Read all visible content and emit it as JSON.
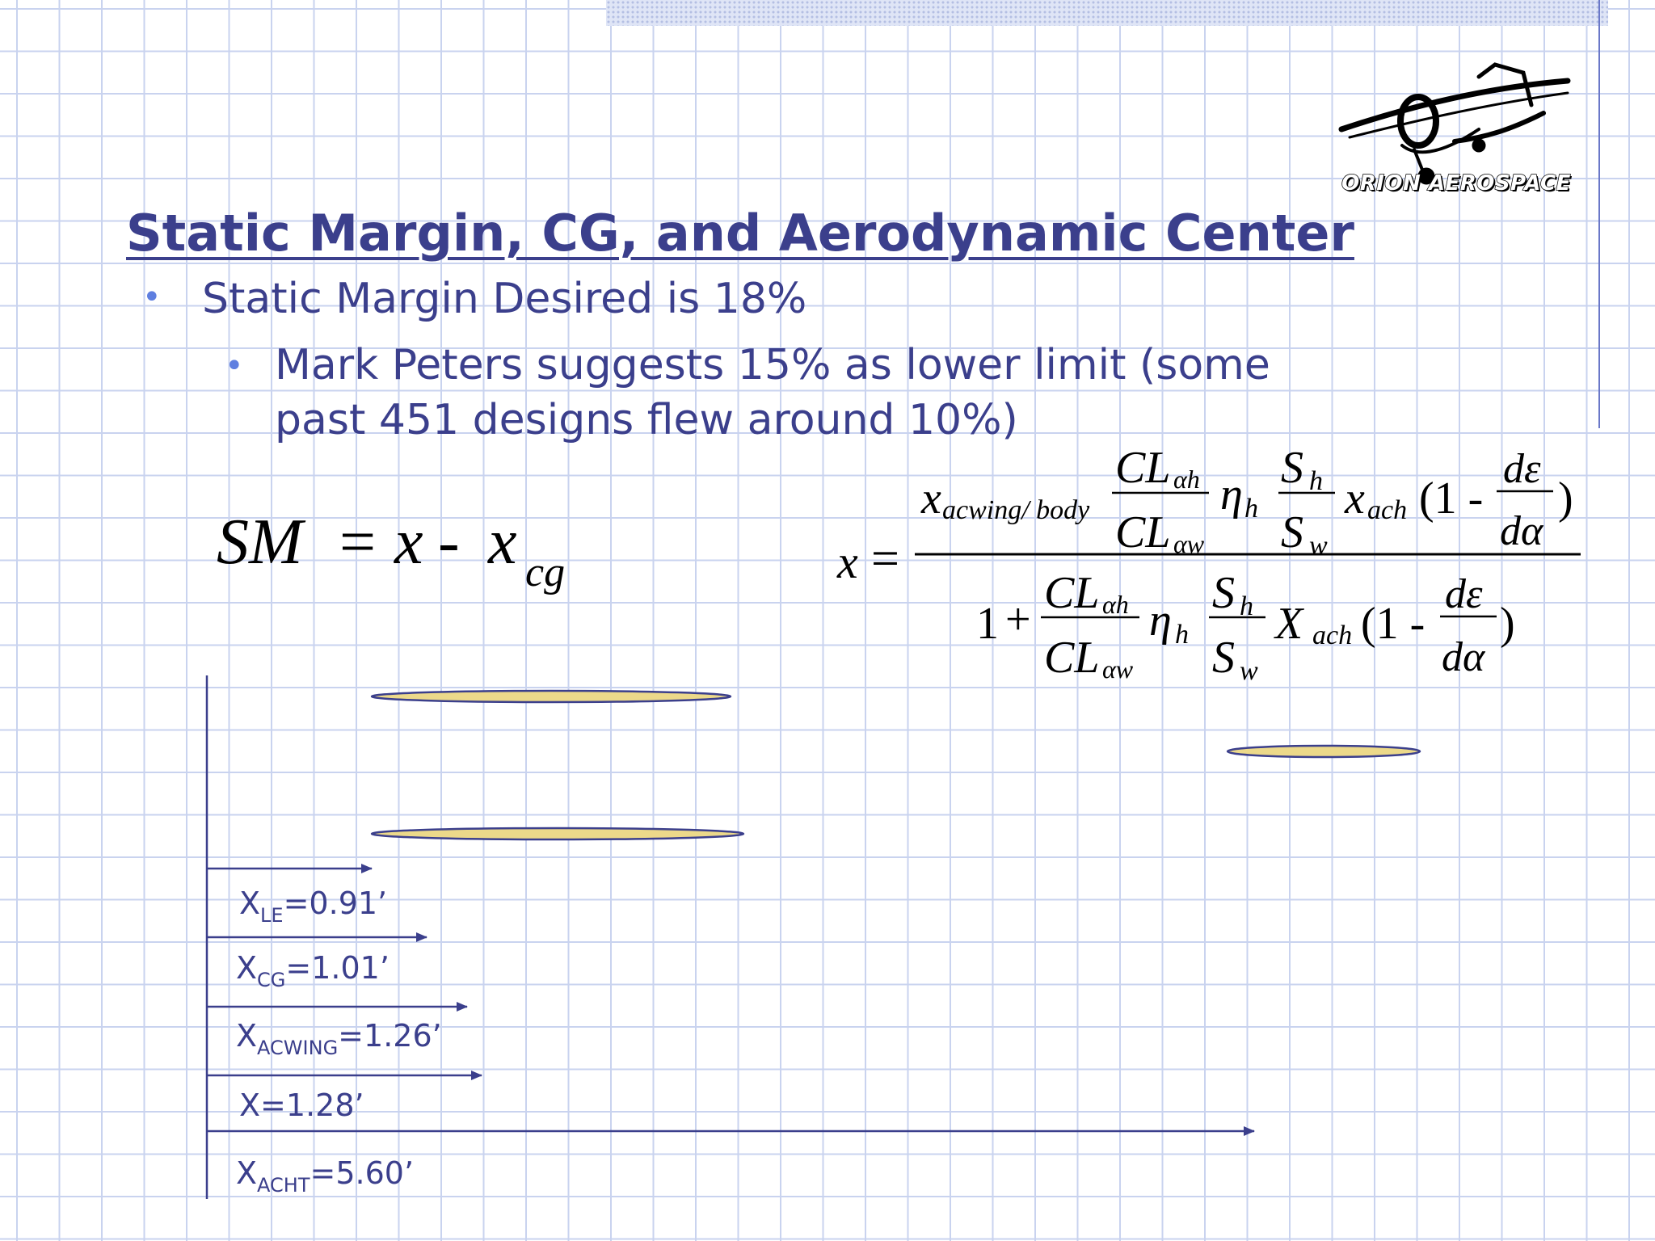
{
  "slide": {
    "title": "Static Margin, CG, and Aerodynamic Center",
    "bullet_1": "Static Margin Desired is 18%",
    "bullet_2": "Mark Peters suggests 15% as lower limit (some past 451 designs flew around 10%)"
  },
  "logo": {
    "text": "ORION AEROSPACE"
  },
  "formula_sm": {
    "lhs": "SM",
    "rhs_x": "x",
    "rhs_xcg": "x",
    "rhs_xcg_sub": "cg"
  },
  "formula_x": {
    "lhs": "x",
    "num_x": "x",
    "num_x_sub": "acwing/ body",
    "cl_ah": "CL",
    "cl_ah_sub": "αh",
    "cl_aw": "CL",
    "cl_aw_sub": "αw",
    "eta": "η",
    "eta_sub": "h",
    "s": "S",
    "s_h_sub": "h",
    "s_w_sub": "w",
    "num_xach": "x",
    "num_xach_sub": "ach",
    "den_one": "1",
    "den_xach": "X",
    "den_xach_sub": "ach",
    "one_minus": "(1 -",
    "d_eps": "dε",
    "d_alpha": "dα",
    "close_paren": ")"
  },
  "measurements": [
    {
      "symbol": "X",
      "sub": "LE",
      "value": "=0.91’"
    },
    {
      "symbol": "X",
      "sub": "CG",
      "value": "=1.01’"
    },
    {
      "symbol": "X",
      "sub": "ACWING",
      "value": "=1.26’"
    },
    {
      "symbol": "X",
      "sub": "",
      "value": "=1.28’"
    },
    {
      "symbol": "X",
      "sub": "ACHT",
      "value": "=5.60’"
    }
  ],
  "colors": {
    "text": "#3b3f8c",
    "bullet": "#5f7fe0",
    "grid": "#c9d3ef",
    "airfoil_fill": "#ecd98a",
    "airfoil_stroke": "#3b3f8c"
  }
}
